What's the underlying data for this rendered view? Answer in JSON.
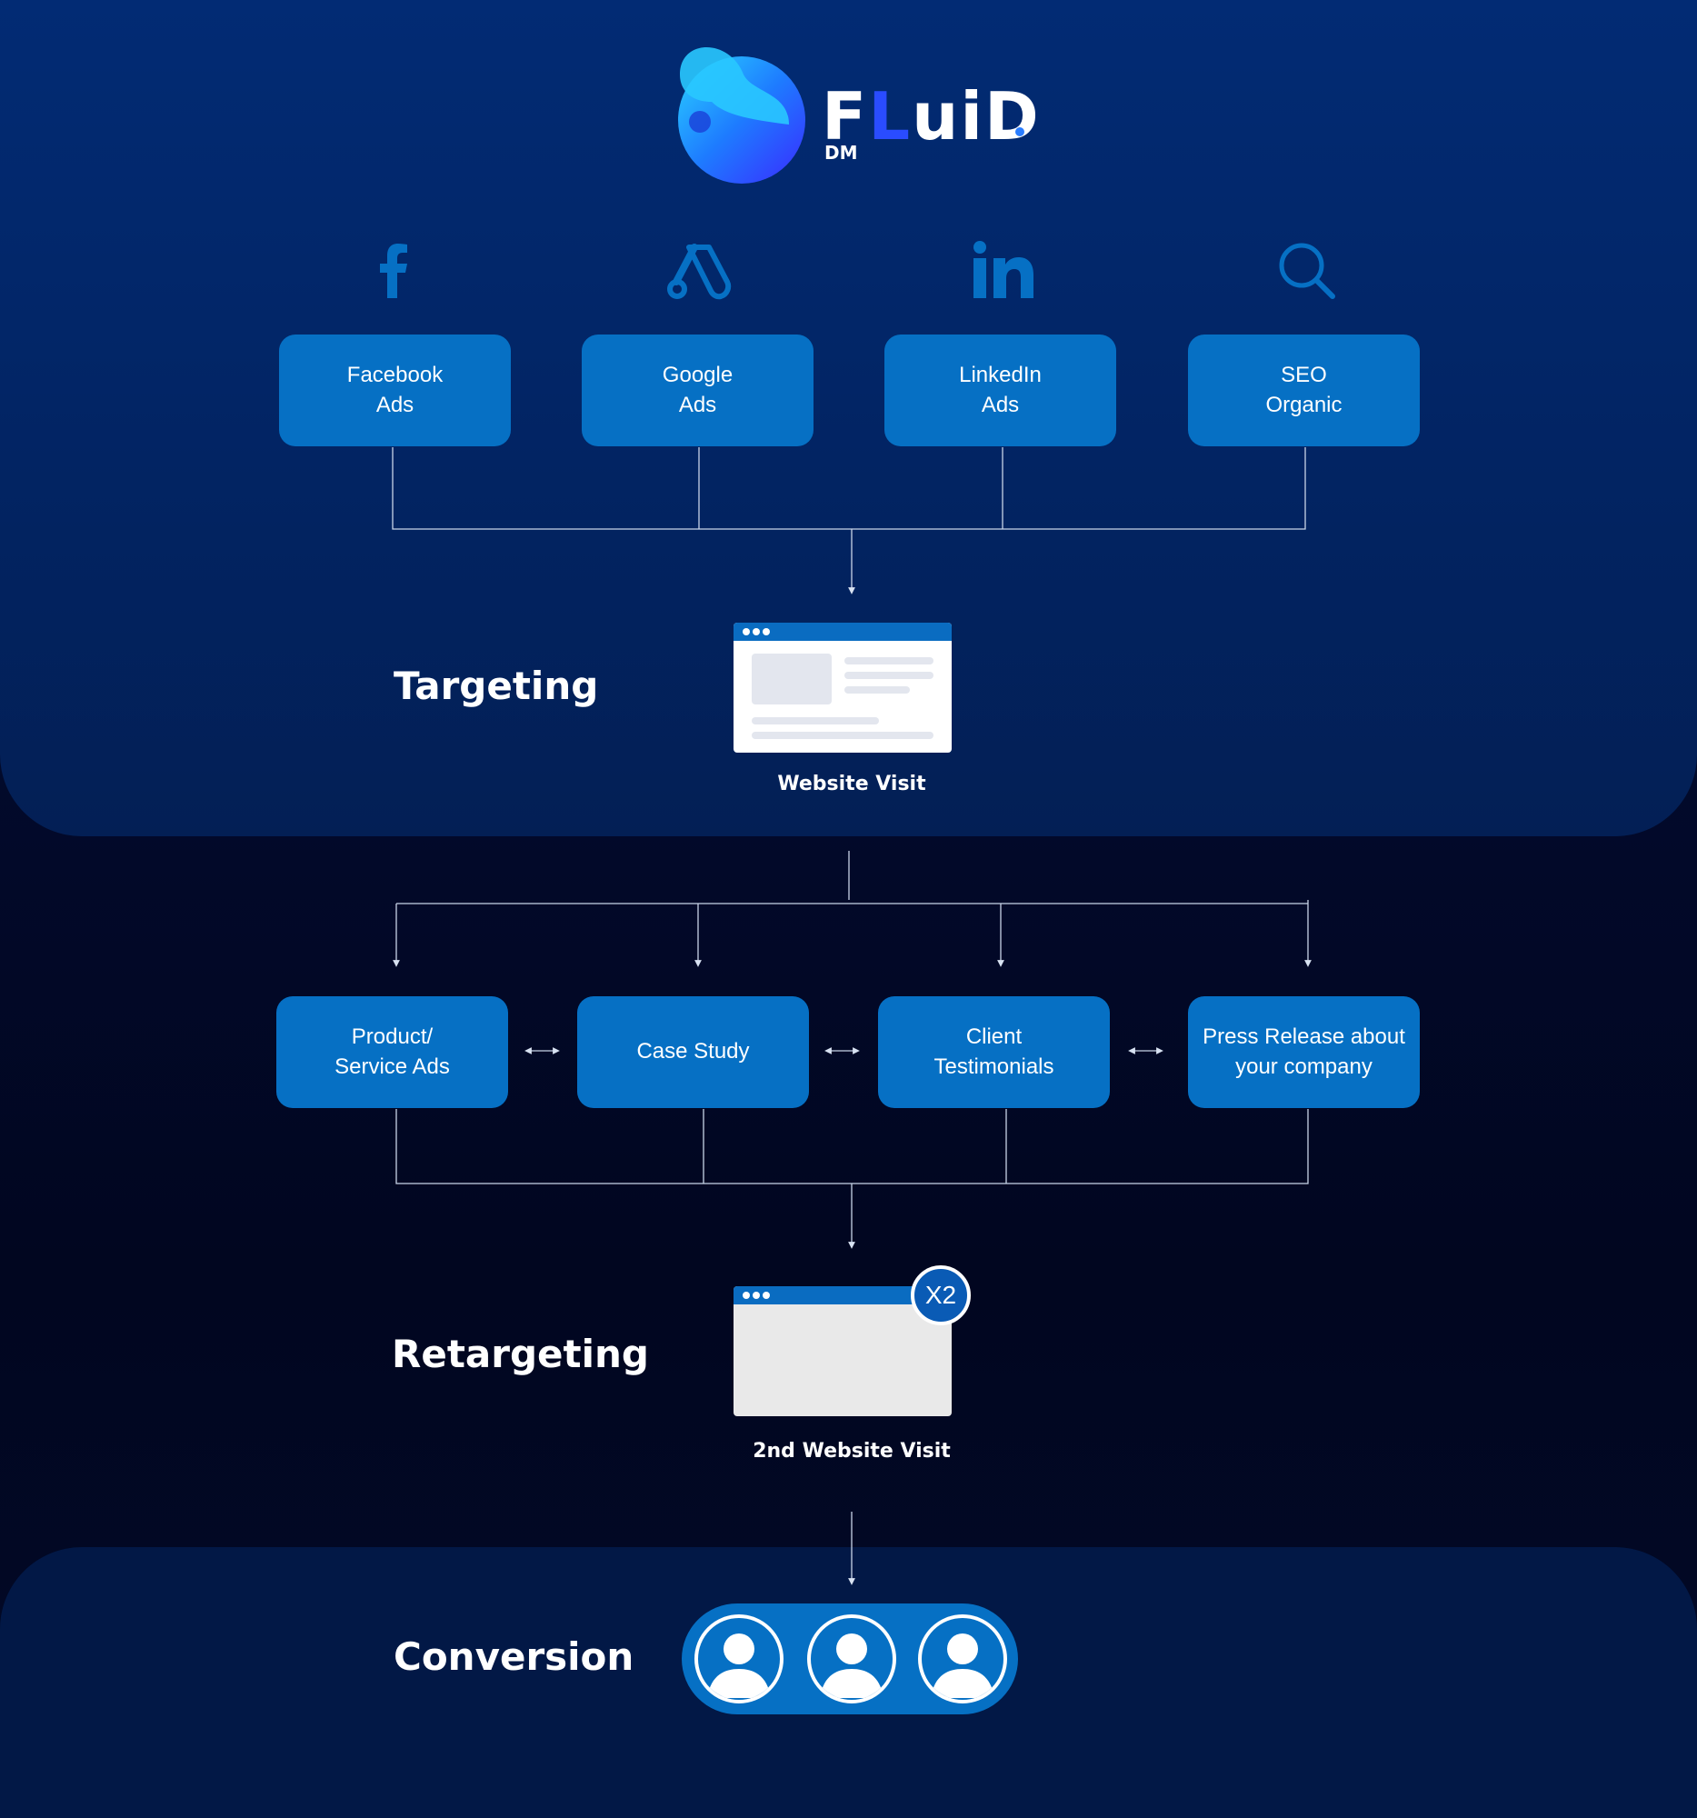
{
  "logo": {
    "word_part1": "F",
    "word_part2": "L",
    "word_part3": "uiD",
    "sub": "DM"
  },
  "channels": [
    {
      "icon": "facebook-icon",
      "label": "Facebook\nAds"
    },
    {
      "icon": "google-ads-icon",
      "label": "Google\nAds"
    },
    {
      "icon": "linkedin-icon",
      "label": "LinkedIn\nAds"
    },
    {
      "icon": "search-icon",
      "label": "SEO\nOrganic"
    }
  ],
  "targeting": {
    "label": "Targeting",
    "caption": "Website Visit"
  },
  "retargeting_assets": [
    {
      "label": "Product/\nService Ads"
    },
    {
      "label": "Case Study"
    },
    {
      "label": "Client\nTestimonials"
    },
    {
      "label": "Press Release about\nyour company"
    }
  ],
  "retargeting": {
    "label": "Retargeting",
    "caption": "2nd Website Visit",
    "badge": "X2"
  },
  "conversion": {
    "label": "Conversion",
    "users": [
      "user-icon",
      "user-icon",
      "user-icon"
    ]
  },
  "colors": {
    "box": "#0670c4",
    "panel_top": "#022b74",
    "icon": "#0670c4"
  }
}
